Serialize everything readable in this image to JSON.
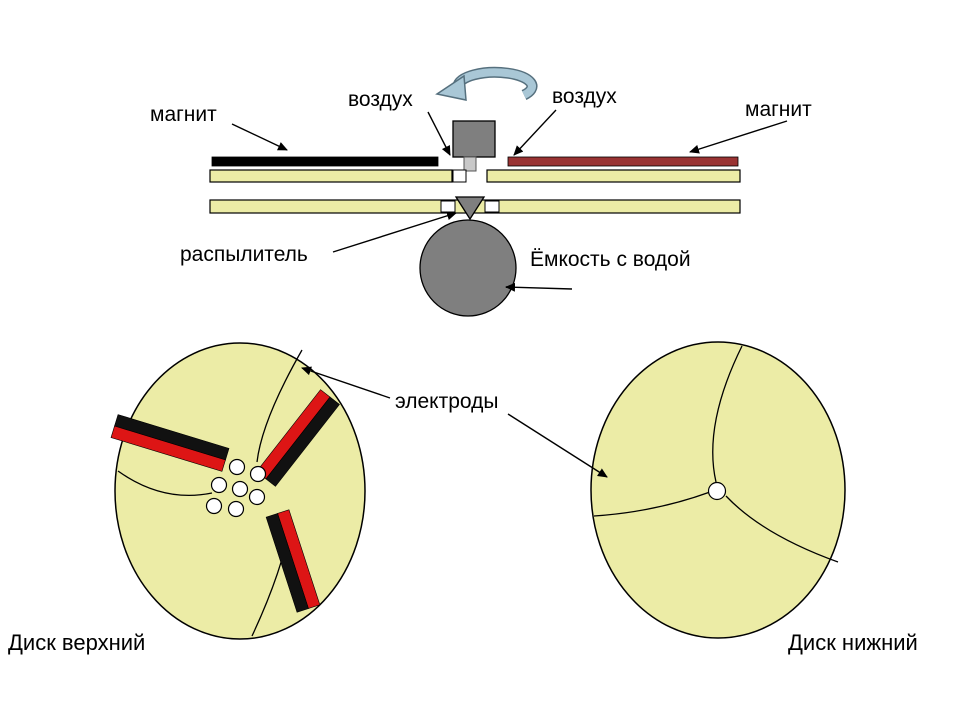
{
  "labels": {
    "magnet_left": "магнит",
    "air_left": "воздух",
    "air_right": "воздух",
    "magnet_right": "магнит",
    "sprayer": "распылитель",
    "water_container": "Ёмкость с водой",
    "electrodes": "электроды",
    "disk_upper": "Диск верхний",
    "disk_lower": "Диск нижний"
  },
  "colors": {
    "disk": "#ececa6",
    "magnet_left": "#000000",
    "magnet_right": "#993333",
    "electrode_red": "#dd1515",
    "electrode_black": "#111111",
    "container_gray": "#7f7f7f",
    "rotation_arrow": "#a9c7d6"
  }
}
